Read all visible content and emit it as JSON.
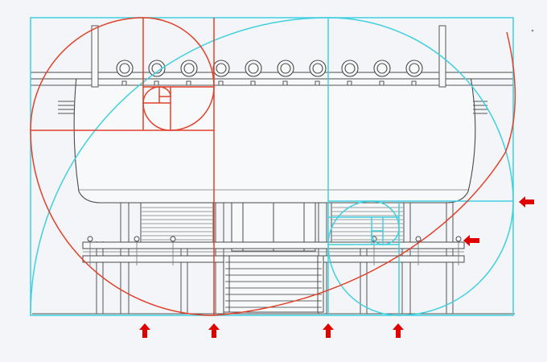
{
  "figure": {
    "subject": "shrine-elevation-golden-ratio",
    "colors": {
      "background": "#f4f5f8",
      "drawing_line": "#4a4a4a",
      "drawing_fill": "#f8f9fb",
      "shutter": "#9a9a9a",
      "red_spiral": "#e0412a",
      "cyan_spiral": "#3fd0e0",
      "arrow": "#e00000"
    },
    "icons": {
      "red_spiral": "golden-spiral-red",
      "cyan_spiral": "golden-spiral-cyan",
      "arrow_up": "red-arrow-up-icon",
      "arrow_left": "red-arrow-left-icon"
    },
    "golden_ratio": 1.618,
    "marker_counts": {
      "up_arrows": 4,
      "left_arrows": 2,
      "billets": 10
    }
  }
}
